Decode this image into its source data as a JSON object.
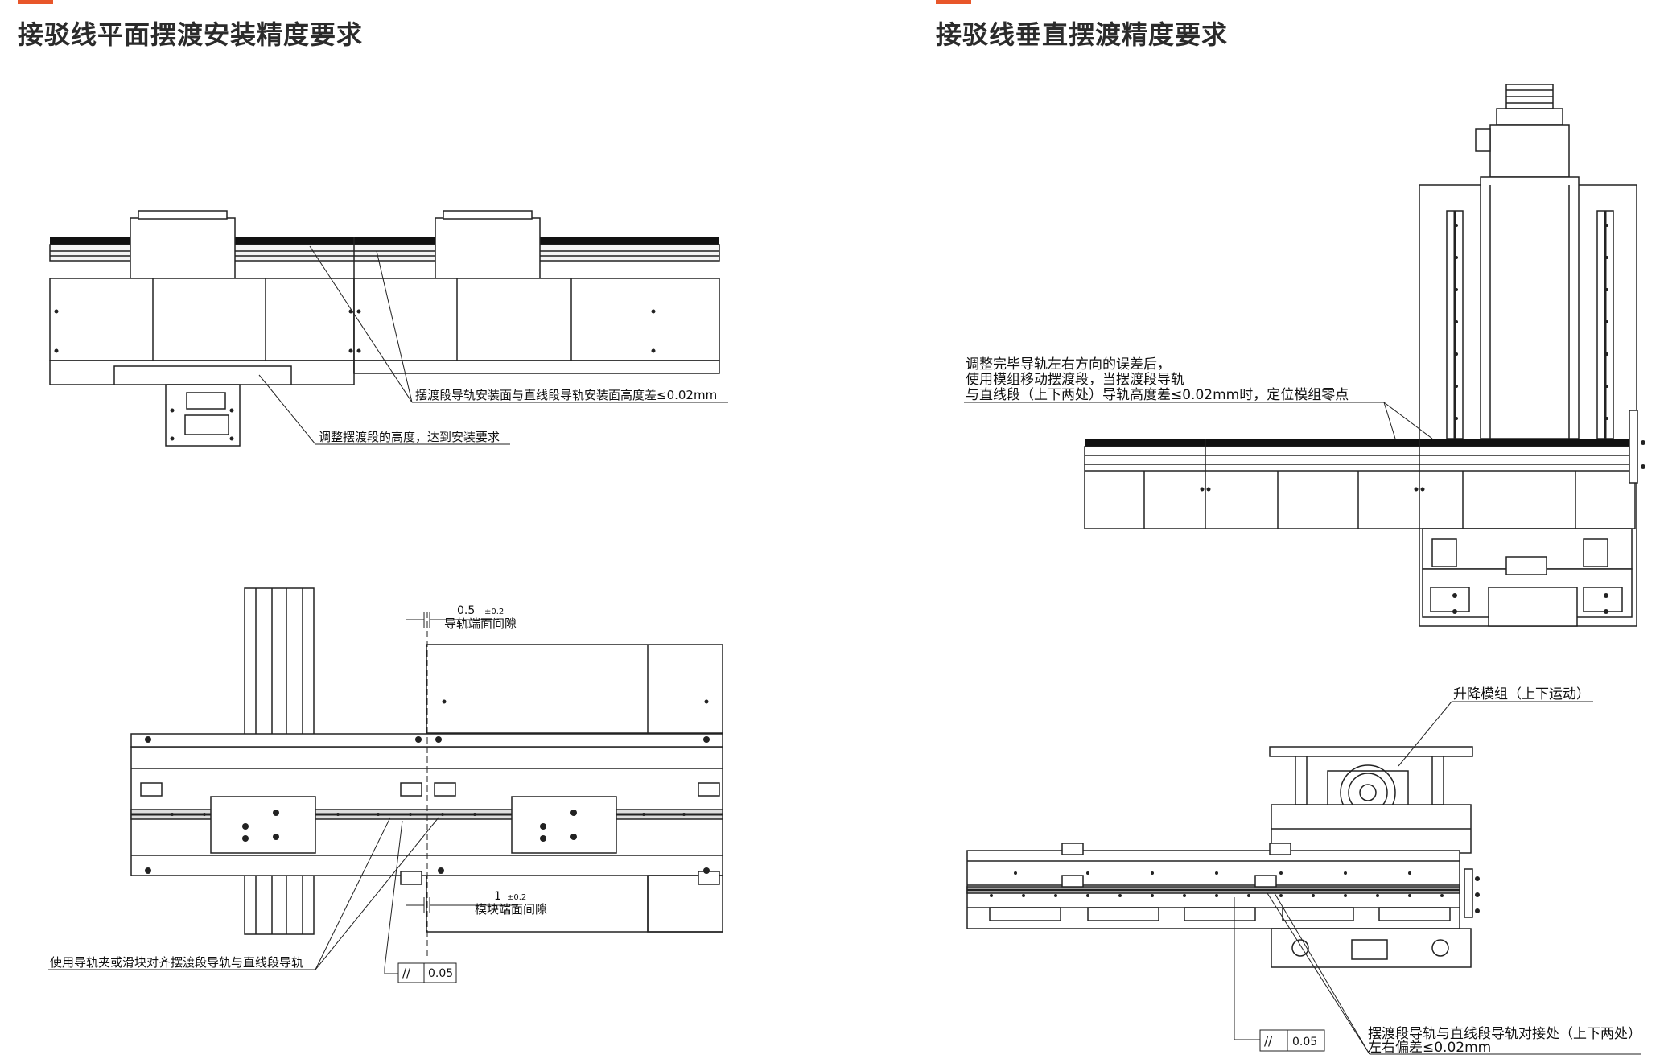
{
  "left_section": {
    "title": "接驳线平面摆渡安装精度要求",
    "top_view_notes": {
      "height_diff": "摆渡段导轨安装面与直线段导轨安装面高度差≤0.02mm",
      "adjust_height": "调整摆渡段的高度，达到安装要求"
    },
    "plan_view_notes": {
      "rail_gap_value": "0.5",
      "rail_gap_tol": "±0.2",
      "rail_gap_label": "导轨端面间隙",
      "module_gap_value": "1",
      "module_gap_tol": "±0.2",
      "module_gap_label": "模块端面间隙",
      "align_note": "使用导轨夹或滑块对齐摆渡段导轨与直线段导轨",
      "tolerance_symbol": "//",
      "tolerance_value": "0.05"
    }
  },
  "right_section": {
    "title": "接驳线垂直摆渡精度要求",
    "front_view_notes": {
      "line1": "调整完毕导轨左右方向的误差后，",
      "line2": "使用模组移动摆渡段，当摆渡段导轨",
      "line3": "与直线段（上下两处）导轨高度差≤0.02mm时，定位模组零点"
    },
    "plan_view_notes": {
      "lift_module": "升降模组（上下运动）",
      "joint_line1": "摆渡段导轨与直线段导轨对接处（上下两处）",
      "joint_line2": "左右偏差≤0.02mm",
      "tolerance_symbol": "//",
      "tolerance_value": "0.05"
    }
  },
  "colors": {
    "accent": "#e8562a",
    "line": "#222222"
  }
}
